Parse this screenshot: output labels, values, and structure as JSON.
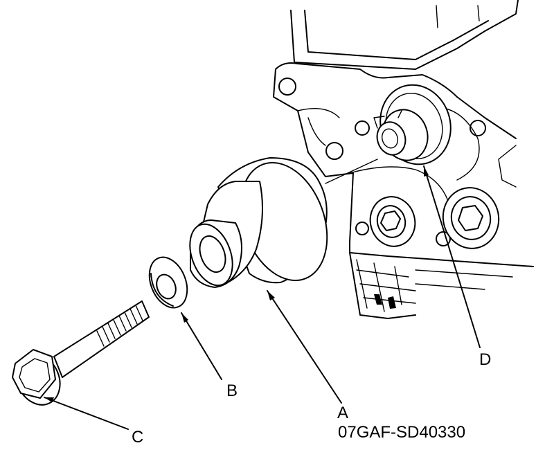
{
  "callouts": {
    "a": "A",
    "b": "B",
    "c": "C",
    "d": "D"
  },
  "part_number": "07GAF-SD40330"
}
